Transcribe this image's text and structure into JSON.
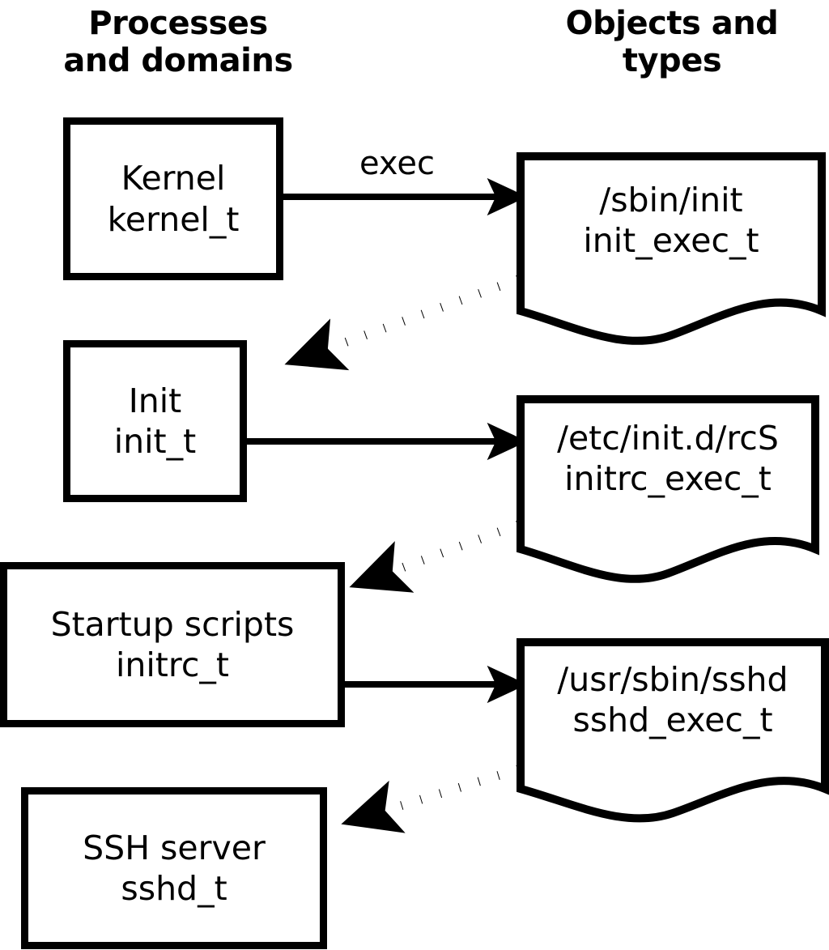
{
  "diagram": {
    "title_visible": false,
    "columns": [
      {
        "id": "left",
        "heading": "Processes\nand domains"
      },
      {
        "id": "right",
        "heading": "Objects and\ntypes"
      }
    ],
    "colors": {
      "stroke": "#000000",
      "fill": "#ffffff",
      "text": "#000000"
    },
    "processes": [
      {
        "id": "kernel",
        "name": "Kernel",
        "type": "kernel_t"
      },
      {
        "id": "init",
        "name": "Init",
        "type": "init_t"
      },
      {
        "id": "initrc",
        "name": "Startup scripts",
        "type": "initrc_t"
      },
      {
        "id": "sshd",
        "name": "SSH server",
        "type": "sshd_t"
      }
    ],
    "objects": [
      {
        "id": "init-exec",
        "path": "/sbin/init",
        "type": "init_exec_t"
      },
      {
        "id": "initrc-exec",
        "path": "/etc/init.d/rcS",
        "type": "initrc_exec_t"
      },
      {
        "id": "sshd-exec",
        "path": "/usr/sbin/sshd",
        "type": "sshd_exec_t"
      }
    ],
    "edges": [
      {
        "id": "kernel-exec-init",
        "from": "kernel",
        "to": "init-exec",
        "style": "solid",
        "label": "exec"
      },
      {
        "id": "init-exec-to-init",
        "from": "init-exec",
        "to": "init",
        "style": "dotted",
        "label": ""
      },
      {
        "id": "init-exec-initrc",
        "from": "init",
        "to": "initrc-exec",
        "style": "solid",
        "label": ""
      },
      {
        "id": "initrc-exec-to-initrc",
        "from": "initrc-exec",
        "to": "initrc",
        "style": "dotted",
        "label": ""
      },
      {
        "id": "initrc-exec-sshd",
        "from": "initrc",
        "to": "sshd-exec",
        "style": "solid",
        "label": ""
      },
      {
        "id": "sshd-exec-to-sshd",
        "from": "sshd-exec",
        "to": "sshd",
        "style": "dotted",
        "label": ""
      }
    ]
  }
}
